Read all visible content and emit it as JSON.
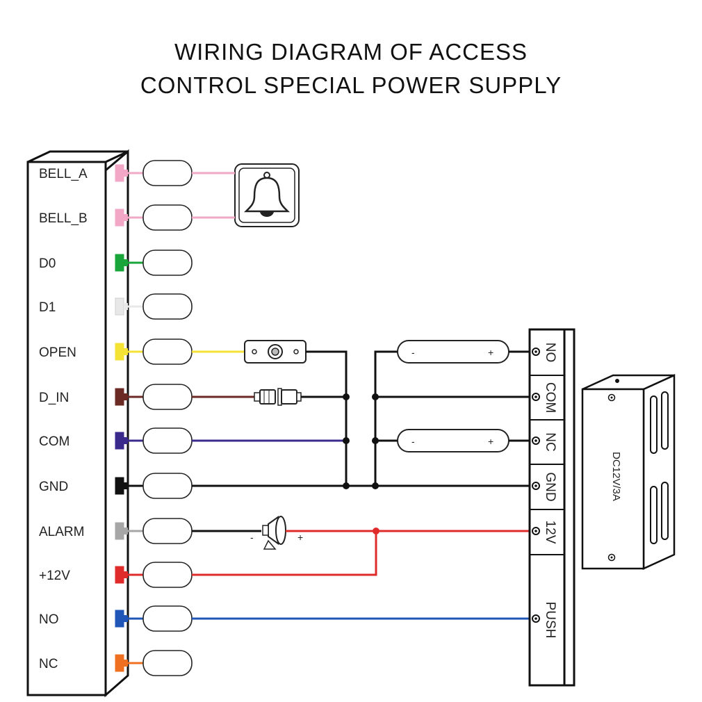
{
  "title": {
    "line1": "WIRING DIAGRAM OF ACCESS",
    "line2": "CONTROL SPECIAL POWER SUPPLY"
  },
  "controller": {
    "terminals": [
      {
        "label": "BELL_A",
        "wire_color": "#f2a7c6"
      },
      {
        "label": "BELL_B",
        "wire_color": "#f2a7c6"
      },
      {
        "label": "D0",
        "wire_color": "#1aa53a"
      },
      {
        "label": "D1",
        "wire_color": "#e8e8e8"
      },
      {
        "label": "OPEN",
        "wire_color": "#f4e234"
      },
      {
        "label": "D_IN",
        "wire_color": "#6b2a23"
      },
      {
        "label": "COM",
        "wire_color": "#3a2a8c"
      },
      {
        "label": "GND",
        "wire_color": "#111111"
      },
      {
        "label": "ALARM",
        "wire_color": "#a6a6a6"
      },
      {
        "label": "+12V",
        "wire_color": "#e02b2b"
      },
      {
        "label": "NO",
        "wire_color": "#1f56b8"
      },
      {
        "label": "NC",
        "wire_color": "#f07022"
      }
    ]
  },
  "power_block": {
    "terminals": [
      "NO",
      "COM",
      "NC",
      "GND",
      "12V",
      "PUSH"
    ]
  },
  "power_supply": {
    "label": "DC12V/3A"
  },
  "locks": {
    "minus": "-",
    "plus": "+"
  },
  "siren": {
    "minus": "-",
    "plus": "+"
  },
  "icons": {
    "bell": "bell-icon",
    "exit_button": "exit-button-icon",
    "door_sensor": "door-sensor-icon",
    "siren": "siren-icon"
  },
  "colors": {
    "red_wire": "#e02b2b",
    "blue_wire": "#1f56b8",
    "black_wire": "#111111"
  }
}
